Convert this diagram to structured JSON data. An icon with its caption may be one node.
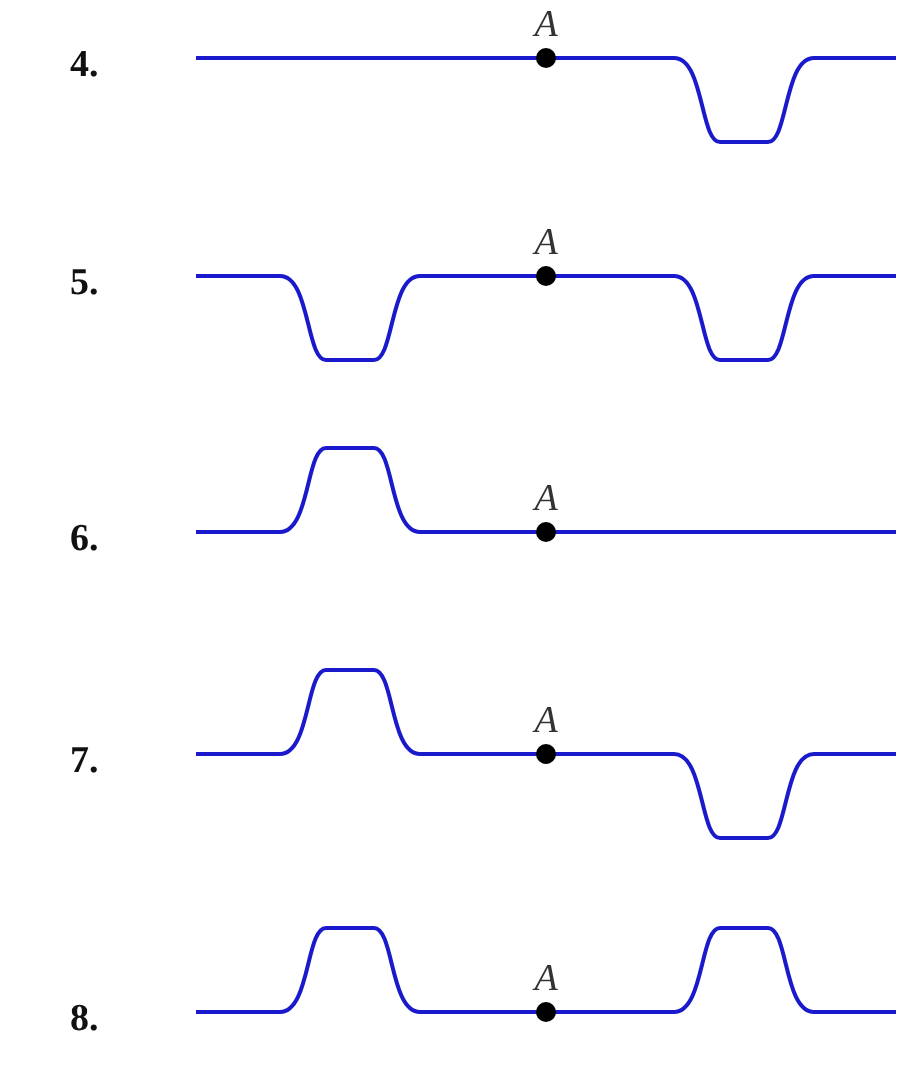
{
  "diagram": {
    "labels": [
      "4.",
      "A",
      "5.",
      "A",
      "6.",
      "A",
      "7.",
      "A",
      "8.",
      "A"
    ]
  }
}
